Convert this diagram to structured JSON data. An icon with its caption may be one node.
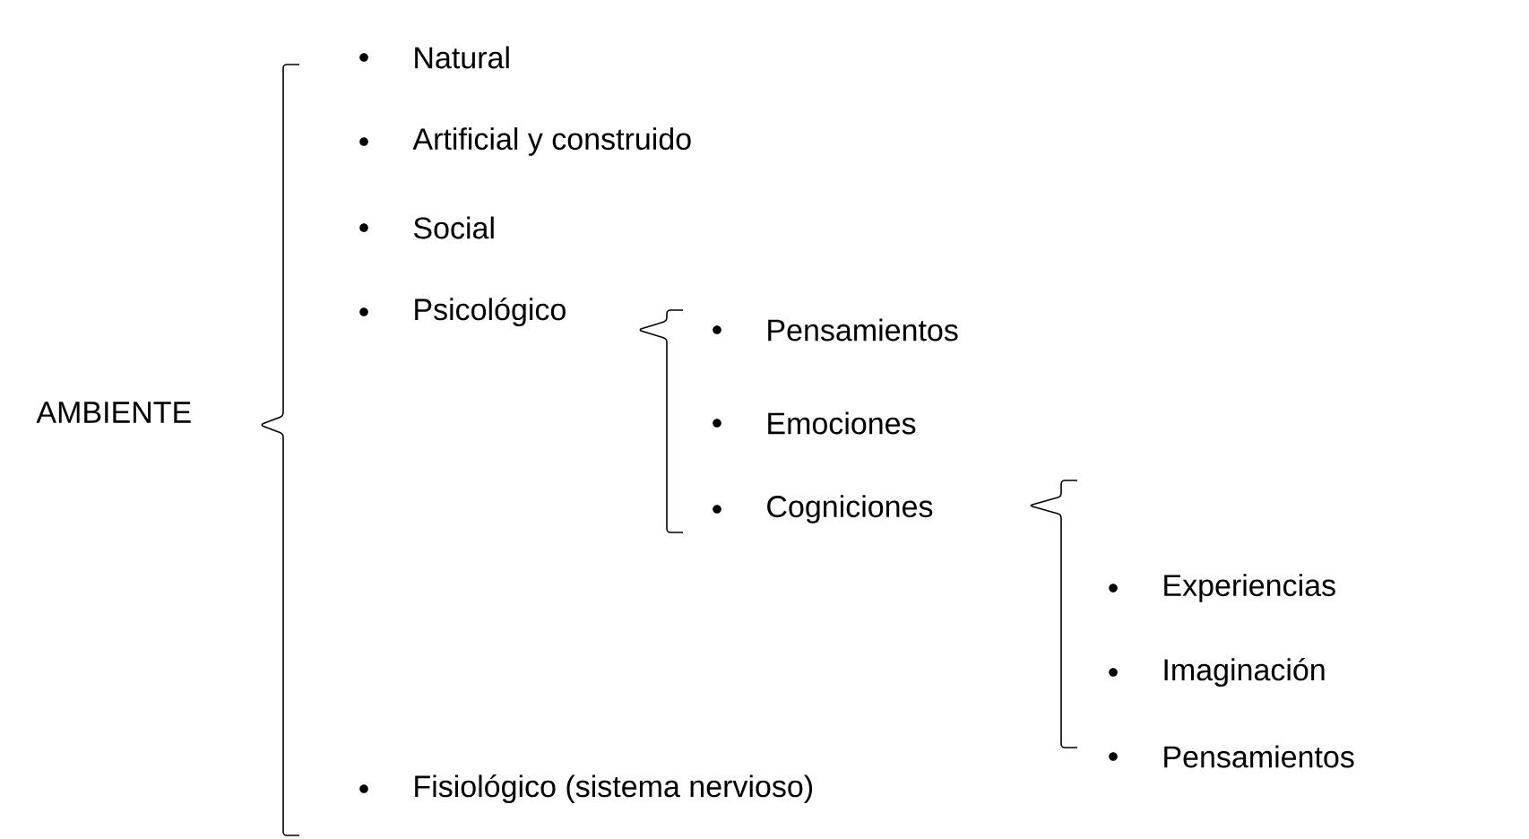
{
  "diagram": {
    "labels": [
      "AMBIENTE",
      "Natural",
      "Artificial y construido",
      "Social",
      "Psicológico",
      "Pensamientos",
      "Emociones",
      "Cogniciones",
      "Experiencias",
      "Imaginación",
      "Pensamientos",
      "Fisiológico (sistema nervioso)"
    ]
  }
}
